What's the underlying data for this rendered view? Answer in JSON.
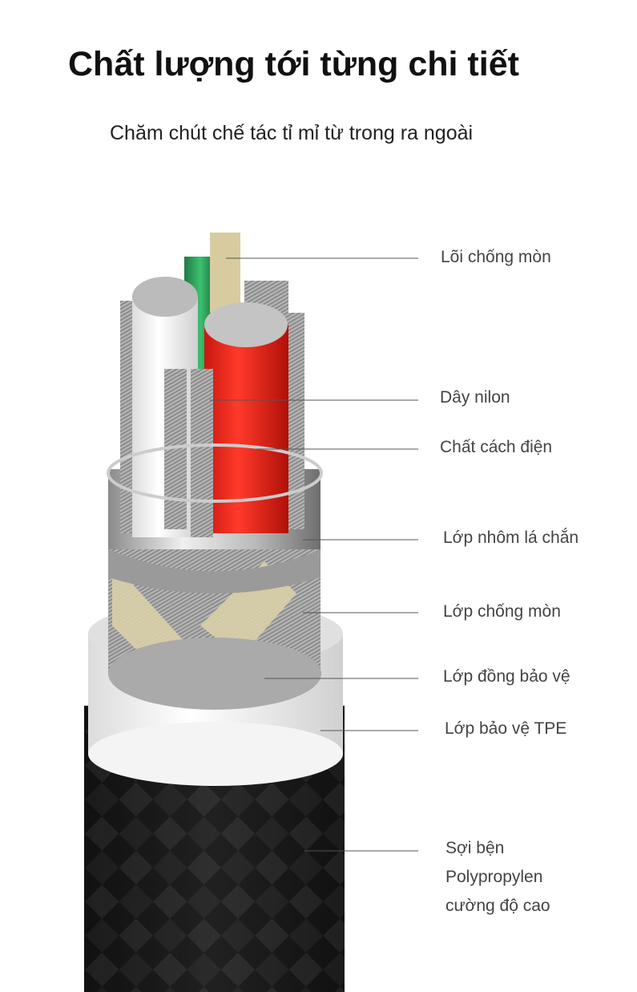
{
  "header": {
    "title": "Chất lượng tới từng chi tiết",
    "subtitle": "Chăm chút chế tác tỉ mỉ từ trong ra ngoài"
  },
  "labels": [
    {
      "text": "Lõi chống mòn"
    },
    {
      "text": "Dây nilon"
    },
    {
      "text": "Chất cách điện"
    },
    {
      "text": "Lớp nhôm lá chắn"
    },
    {
      "text": "Lớp chống mòn"
    },
    {
      "text": "Lớp đồng bảo vệ"
    },
    {
      "text": "Lớp bảo vệ TPE"
    },
    {
      "lines": [
        "Sợi bện",
        "Polypropylen",
        "cường độ cao"
      ]
    }
  ],
  "colors": {
    "jacket": "#1a1a1a",
    "tpe": "#f4f4f4",
    "foil": "#c8c8c8",
    "red_wire": "#e8241c",
    "green_wire": "#2a9a55",
    "core": "#d8cba0"
  }
}
